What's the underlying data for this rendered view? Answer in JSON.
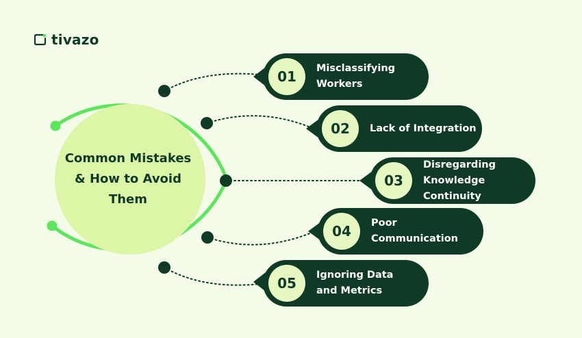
{
  "brand": {
    "name": "tivazo",
    "icon": "tivazo-logo-icon"
  },
  "title": "Common Mistakes & How to Avoid Them",
  "colors": {
    "background": "#f4fbe9",
    "dark_green": "#0f3b26",
    "accent_green": "#5ce65c",
    "light_green": "#e6f7c1",
    "center_fill": "#dcf5a6"
  },
  "steps": [
    {
      "number": "01",
      "label": "Misclassifying Workers"
    },
    {
      "number": "02",
      "label": "Lack of Integration"
    },
    {
      "number": "03",
      "label": "Disregarding Knowledge Continuity"
    },
    {
      "number": "04",
      "label": "Poor Communication"
    },
    {
      "number": "05",
      "label": "Ignoring Data and Metrics"
    }
  ]
}
